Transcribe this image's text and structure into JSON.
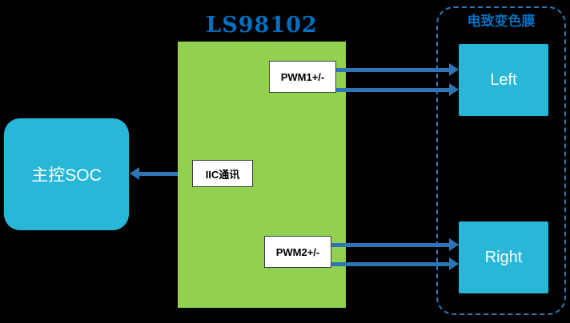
{
  "diagram": {
    "title": "LS98102",
    "soc": {
      "label": "主控SOC"
    },
    "chip_ports": {
      "pwm1": "PWM1+/-",
      "iic": "IIC通讯",
      "pwm2": "PWM2+/-"
    },
    "film": {
      "label": "电致变色膜",
      "left": "Left",
      "right": "Right"
    },
    "colors": {
      "cyan": "#28B7D7",
      "green": "#92D050",
      "arrow-blue": "#2E75B6",
      "title-blue": "#0070C0",
      "box-border": "#3F3F3F",
      "background": "#000000"
    }
  }
}
